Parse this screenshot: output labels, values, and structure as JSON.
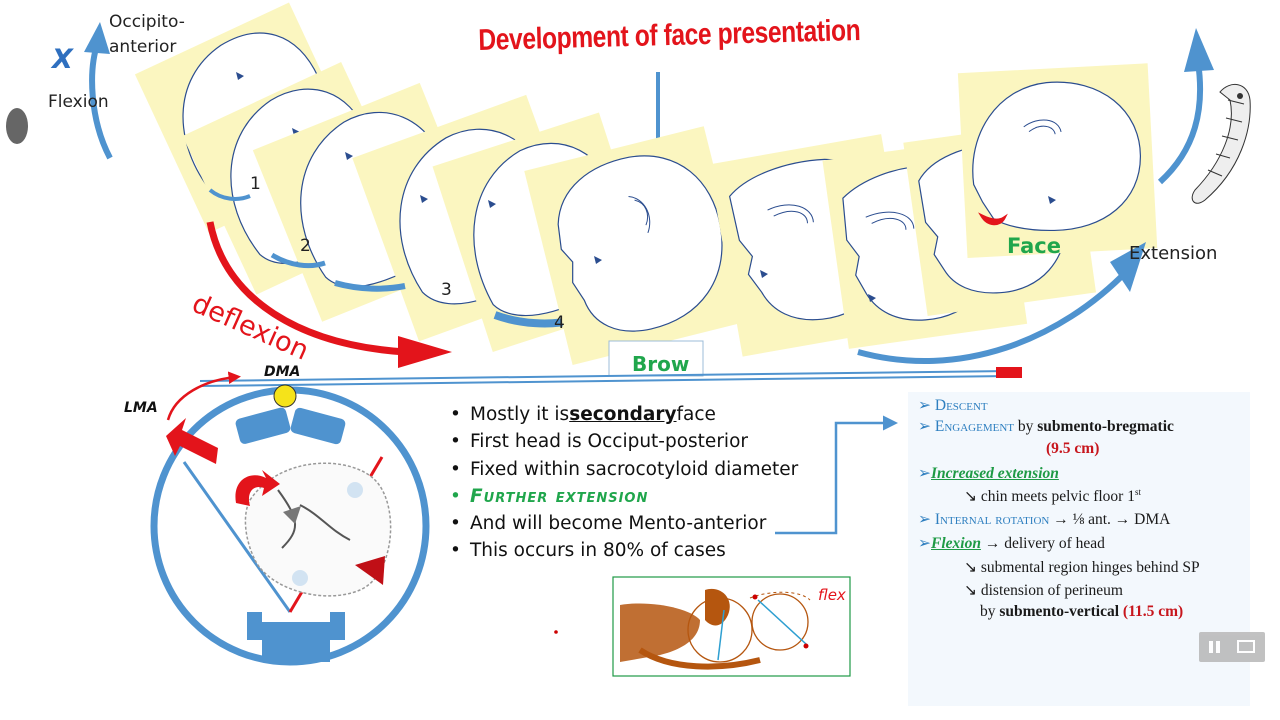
{
  "title": "Development of face presentation",
  "labels": {
    "occipito_anterior": "Occipito-\nanterior",
    "x_mark": "X",
    "flexion_top": "Flexion",
    "extension": "Extension",
    "face": "Face",
    "brow": "Brow",
    "deflexion": "deflexion",
    "lma": "LMA",
    "dma": "DMA",
    "flex_note": "flex",
    "numbers": [
      "1",
      "2",
      "3",
      "4"
    ]
  },
  "bullets": [
    {
      "pre": "Mostly it is ",
      "bold": "secondary",
      "post": " face"
    },
    {
      "pre": "First head is Occiput-posterior"
    },
    {
      "pre": "Fixed within sacrocotyloid diameter"
    },
    {
      "pre": "Further extension",
      "green": true
    },
    {
      "pre": "And will become Mento-anterior"
    },
    {
      "pre": "This occurs in 80% of cases"
    }
  ],
  "panel": {
    "descent": "Descent",
    "engagement": "Engagement",
    "engagement_by": " by ",
    "engagement_diam": "submento-bregmatic",
    "engagement_val": "(9.5 cm)",
    "increased_ext": "Increased extension",
    "chin": "chin meets pelvic floor 1",
    "chin_sup": "st",
    "internal_rot": "Internal rotation",
    "internal_rot_rest": " → ⅛ ant. → DMA",
    "flexion": "Flexion",
    "flexion_rest": " → delivery of head",
    "submental": "submental region hinges behind SP",
    "distension": "distension of perineum",
    "by": "by ",
    "vertical_diam": "submento-vertical",
    "vertical_val": "(11.5 cm)"
  },
  "colors": {
    "red": "#e3141b",
    "blue": "#4f93cf",
    "green": "#20a64c",
    "yellow_card": "#fbf6c0",
    "brown": "#b5560f"
  }
}
